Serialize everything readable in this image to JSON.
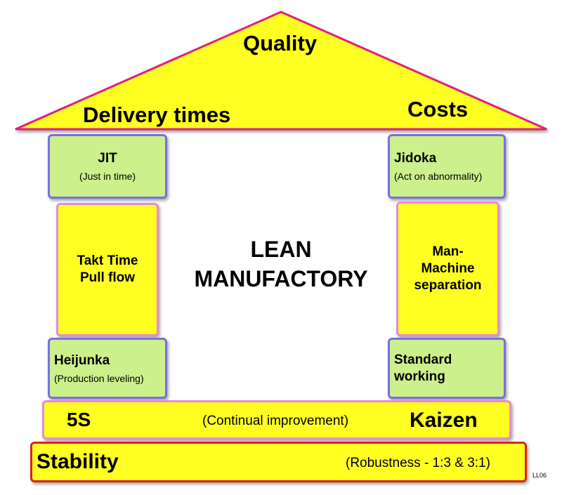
{
  "roof": {
    "top": "Quality",
    "left": "Delivery times",
    "right": "Costs"
  },
  "left_column": {
    "jit": {
      "title": "JIT",
      "subtitle": "(Just in time)"
    },
    "takt": {
      "line1": "Takt Time",
      "line2": "Pull flow"
    },
    "heijunka": {
      "title": "Heijunka",
      "subtitle": "(Production leveling)"
    }
  },
  "right_column": {
    "jidoka": {
      "title": "Jidoka",
      "subtitle": "(Act on abnormality)"
    },
    "man_machine": {
      "line1": "Man-",
      "line2": "Machine",
      "line3": "separation"
    },
    "standard": {
      "line1": "Standard",
      "line2": "working"
    }
  },
  "center": {
    "line1": "LEAN",
    "line2": "MANUFACTORY"
  },
  "foundation": {
    "five_s": "5S",
    "continual": "(Continual improvement)",
    "kaizen": "Kaizen"
  },
  "base": {
    "stability": "Stability",
    "robustness": "(Robustness - 1:3 & 3:1)"
  },
  "code": "LL06",
  "colors": {
    "yellow": "#ffff22",
    "green": "#ccf08c",
    "pink_border": "#e98ad8",
    "blue_border": "#7a6fe0",
    "red_border": "#dd2222",
    "roof_border": "#e0207a"
  }
}
